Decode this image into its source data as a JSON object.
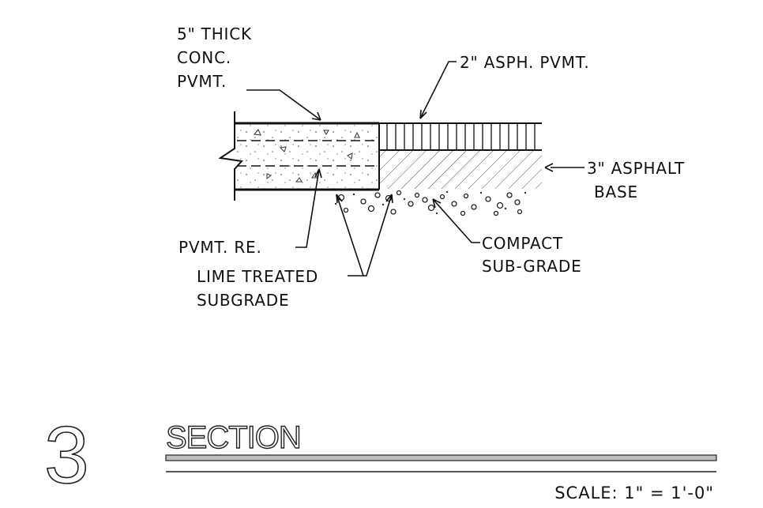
{
  "labels": {
    "conc_thick": "5\" THICK",
    "conc_conc": "CONC.",
    "conc_pvmt": "PVMT.",
    "asph_pvmt": "2\" ASPH. PVMT.",
    "asph_base_1": "3\" ASPHALT",
    "asph_base_2": "BASE",
    "pvmt_re": "PVMT. RE.",
    "compact_1": "COMPACT",
    "compact_2": "SUB-GRADE",
    "lime_1": "LIME TREATED",
    "lime_2": "SUBGRADE"
  },
  "title_block": {
    "number": "3",
    "title": "SECTION",
    "scale": "SCALE:  1\"  =  1'-0\""
  }
}
